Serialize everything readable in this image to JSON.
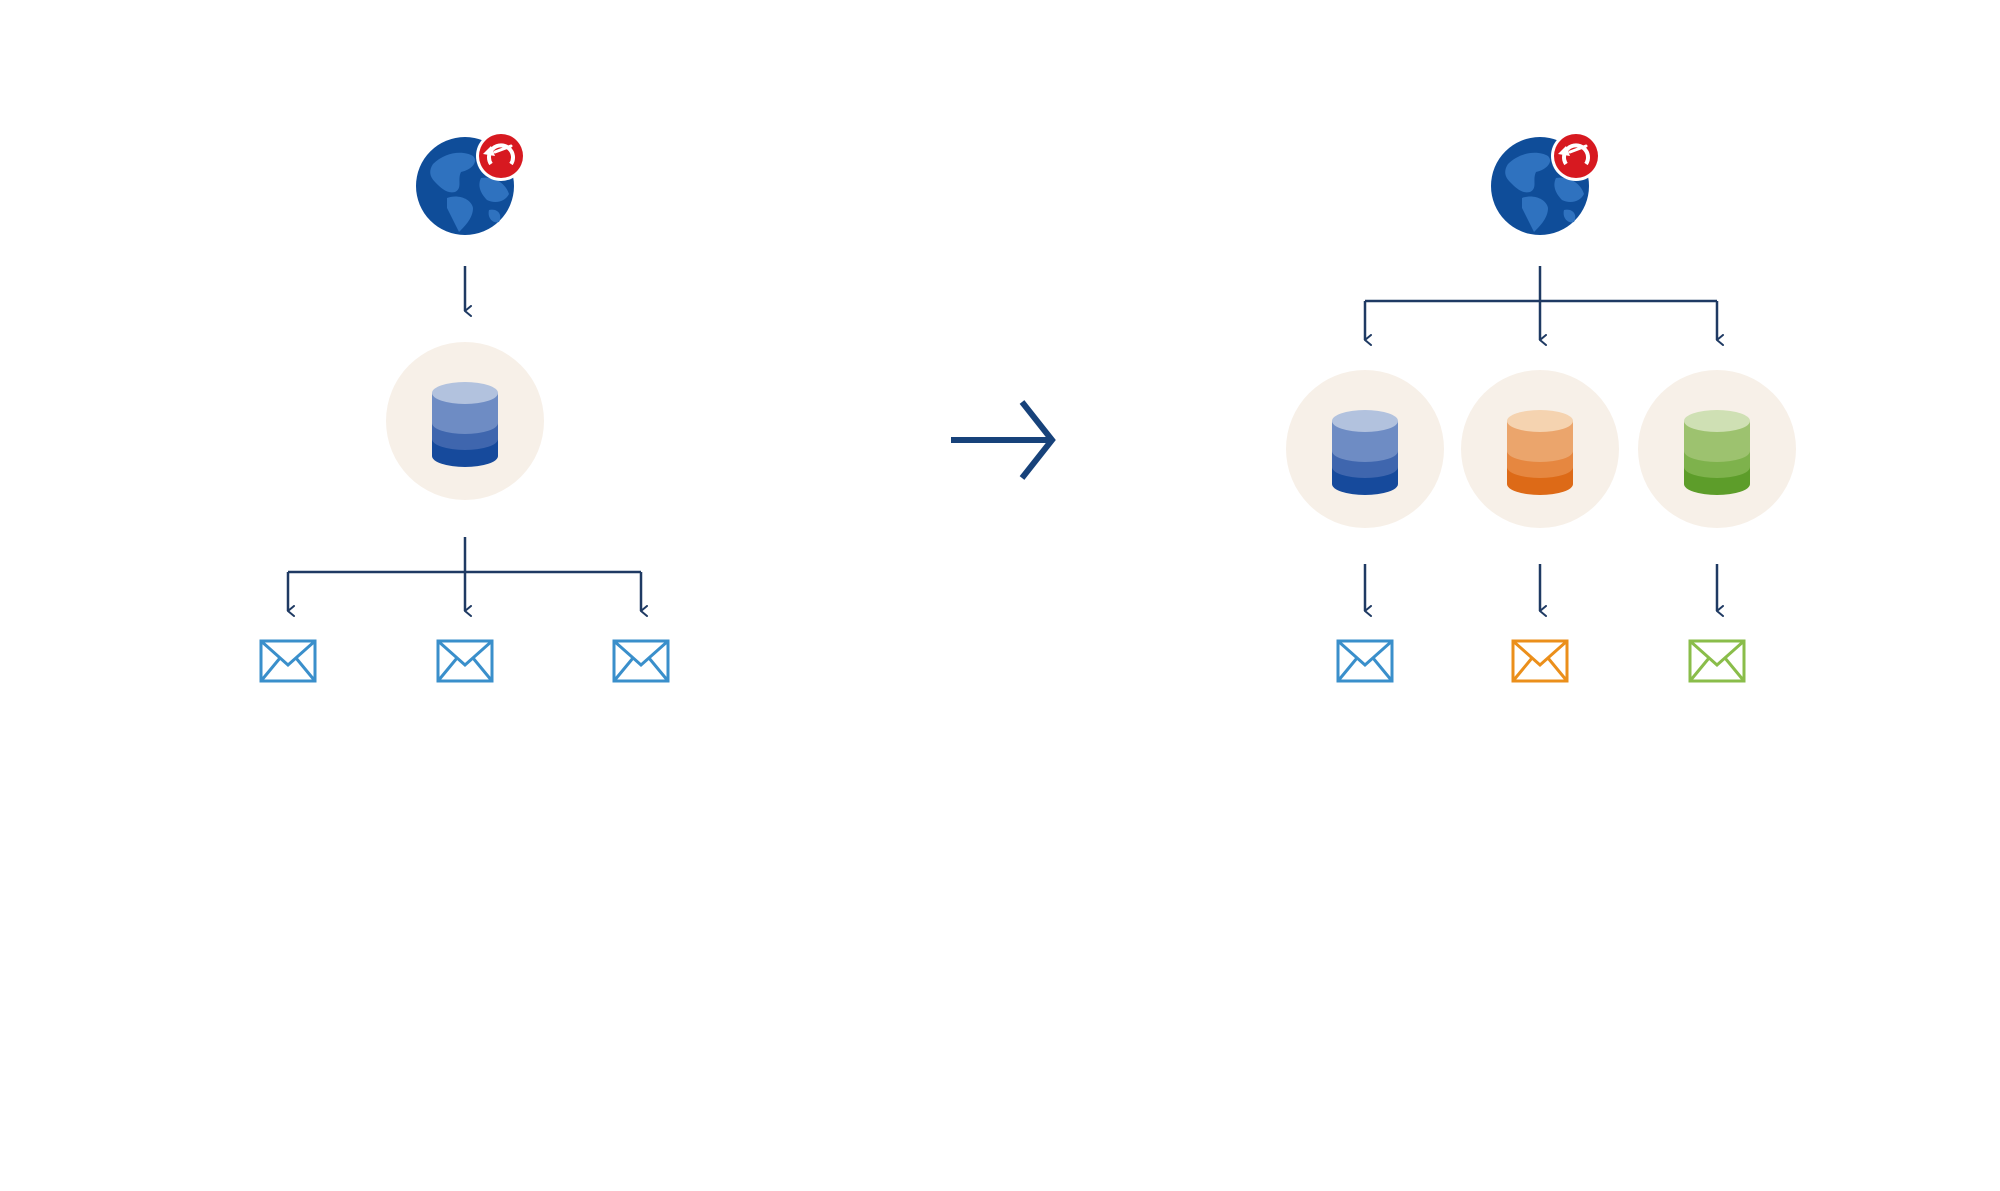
{
  "colors": {
    "background": "#ffffff",
    "connector": "#1f3a63",
    "transition_arrow": "#17427a",
    "node_backdrop": "#f7f0e8",
    "globe_ocean": "#0f4d99",
    "globe_land": "#2f72bf",
    "badge": "#d71920",
    "badge_mark": "#ffffff"
  },
  "icons": {
    "source": "globe-icon",
    "source_badge": "trend-micro-badge-icon",
    "store": "database-icon",
    "output": "envelope-icon",
    "transition": "arrow-right-icon"
  },
  "before": {
    "source": "globe-icon",
    "databases": [
      {
        "name": "blue",
        "bands": [
          "#b2c2de",
          "#6e8cc4",
          "#3f66ae",
          "#164a9c"
        ]
      }
    ],
    "recipients": [
      {
        "color": "#3a8fcb"
      },
      {
        "color": "#3a8fcb"
      },
      {
        "color": "#3a8fcb"
      }
    ]
  },
  "after": {
    "source": "globe-icon",
    "databases": [
      {
        "name": "blue",
        "bands": [
          "#b2c2de",
          "#6e8cc4",
          "#3f66ae",
          "#164a9c"
        ]
      },
      {
        "name": "orange",
        "bands": [
          "#f5d3b0",
          "#eba56c",
          "#e68740",
          "#dd6a17"
        ]
      },
      {
        "name": "green",
        "bands": [
          "#cfe0b4",
          "#9dc26f",
          "#7eb24c",
          "#5d9d2a"
        ]
      }
    ],
    "recipients": [
      {
        "color": "#3a8fcb"
      },
      {
        "color": "#eb8f1b"
      },
      {
        "color": "#8abd4a"
      }
    ]
  }
}
